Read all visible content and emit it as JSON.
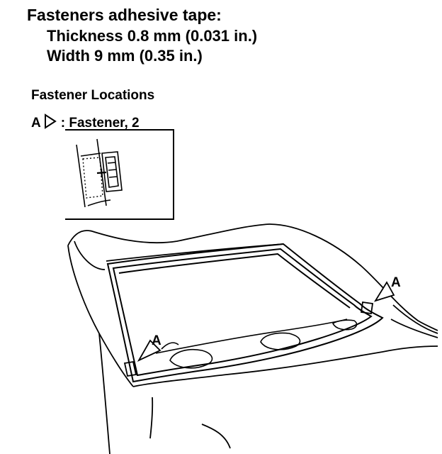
{
  "spec": {
    "heading": "Fasteners adhesive tape:",
    "thickness": "Thickness 0.8 mm (0.031 in.)",
    "width": "Width 9 mm (0.35 in.)"
  },
  "locations": {
    "title": "Fastener Locations",
    "legend_letter": "A",
    "legend_text": ": Fastener, 2",
    "callout_left": "A",
    "callout_right": "A"
  }
}
